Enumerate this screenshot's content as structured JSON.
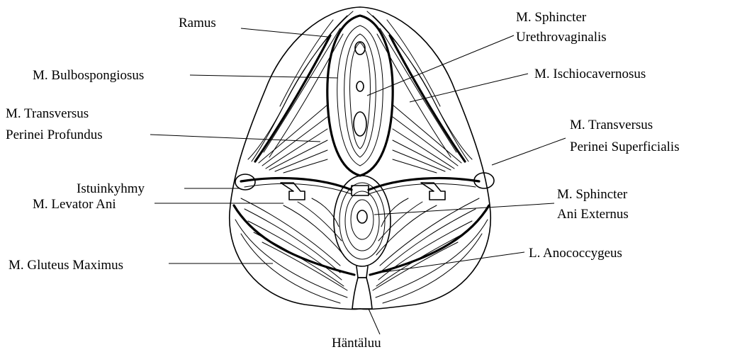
{
  "labels": {
    "ramus": "Ramus",
    "sphincter_uv_1": "M. Sphincter",
    "sphincter_uv_2": "Urethrovaginalis",
    "bulbospongiosus": "M. Bulbospongiosus",
    "ischiocavernosus": "M. Ischiocavernosus",
    "transv_prof_1": "M. Transversus",
    "transv_prof_2": "Perinei Profundus",
    "transv_sup_1": "M. Transversus",
    "transv_sup_2": "Perinei Superficialis",
    "istuinkyhmy": "Istuinkyhmy",
    "levator_ani": "M. Levator Ani",
    "sphincter_ani_1": "M. Sphincter",
    "sphincter_ani_2": "Ani Externus",
    "gluteus_maximus": "M. Gluteus Maximus",
    "anococcygeus": "L. Anococcygeus",
    "hantaluu": "Häntäluu"
  }
}
